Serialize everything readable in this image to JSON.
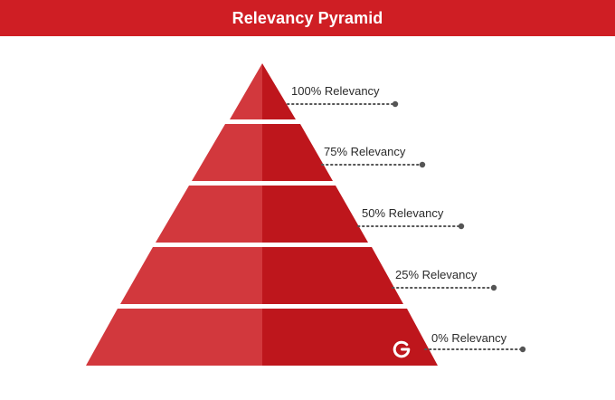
{
  "title": "Relevancy Pyramid",
  "colors": {
    "title_bar": "#cf1e24",
    "tier_left": "#d2383d",
    "tier_right": "#be161c",
    "leader_line": "#555555",
    "label_text": "#2b2b2b"
  },
  "tiers": [
    {
      "label": "100% Relevancy"
    },
    {
      "label": "75% Relevancy"
    },
    {
      "label": "50% Relevancy"
    },
    {
      "label": "25% Relevancy"
    },
    {
      "label": "0% Relevancy"
    }
  ],
  "logo_icon": "g-logo-icon"
}
